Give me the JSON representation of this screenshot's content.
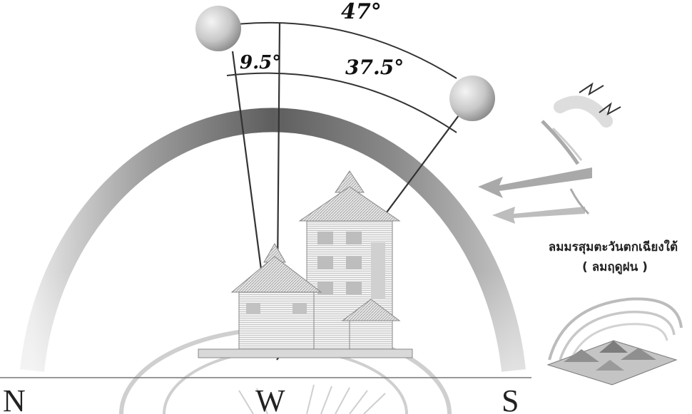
{
  "angles": {
    "total": "47°",
    "upper": "9.5°",
    "lower": "37.5°"
  },
  "compass": {
    "north": "N",
    "west": "W",
    "south": "S"
  },
  "wind": {
    "line1": "ลมมรสุมตะวันตกเฉียงใต้",
    "line2": "( ลมฤดูฝน )"
  },
  "colors": {
    "arc_dark": "#6f6f6f",
    "arc_light": "#d8d8d8",
    "sun": "#c9c9c9",
    "line": "#333333"
  }
}
